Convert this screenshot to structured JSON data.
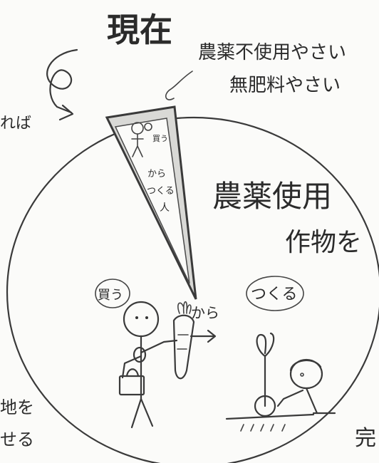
{
  "title": "現在",
  "top_labels": {
    "line1": "農薬不使用やさい",
    "line2": "無肥料やさい"
  },
  "left_edge": {
    "top": "れば",
    "bottom_1": "地を",
    "bottom_2": "せる"
  },
  "right_edge": {
    "bottom": "完"
  },
  "slice": {
    "line1": "買う",
    "line2": "から",
    "line3": "つくる",
    "line4": "人"
  },
  "main": {
    "line1": "農薬使用",
    "line2": "作物を"
  },
  "bubbles": {
    "buy": "買う",
    "make": "つくる"
  },
  "arrow_label": "から",
  "colors": {
    "ink": "#2b2b2b",
    "paper": "#fbfbf9",
    "slice_fill": "#d9d9d6"
  },
  "icons": [
    "curly-arrow-icon",
    "shopping-person-icon",
    "carrot-icon",
    "gardener-icon",
    "plant-icon",
    "right-arrow-icon"
  ]
}
